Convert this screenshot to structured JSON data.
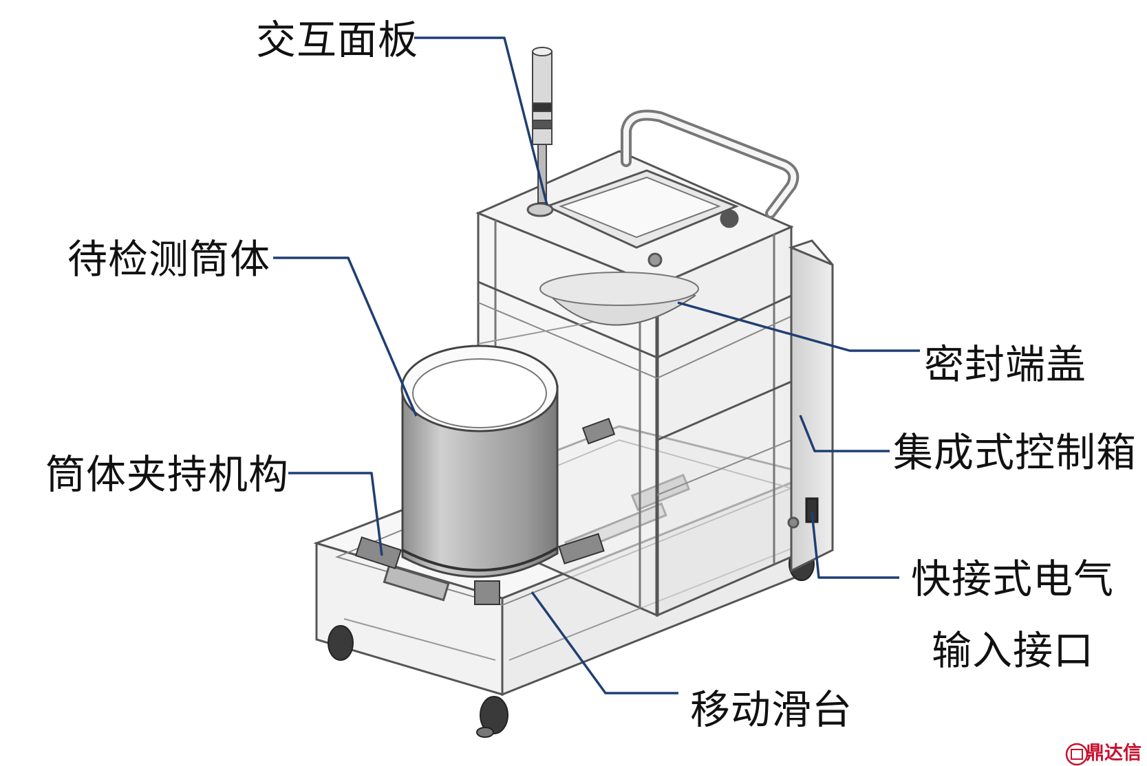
{
  "labels": {
    "interaction_panel": "交互面板",
    "cylinder_under_test": "待检测筒体",
    "seal_end_cap": "密封端盖",
    "integrated_control_box": "集成式控制箱",
    "cylinder_clamping_mechanism": "筒体夹持机构",
    "quick_connect_line1": "快接式电气",
    "quick_connect_line2": "输入接口",
    "moving_slide": "移动滑台"
  },
  "watermark": {
    "text": "鼎达信",
    "color": "#c8102e"
  },
  "colors": {
    "leader_line": "#1f3f73",
    "frame": "#555555",
    "fill_light": "#f1f1f1",
    "fill_glass": "#e7e7e7"
  }
}
